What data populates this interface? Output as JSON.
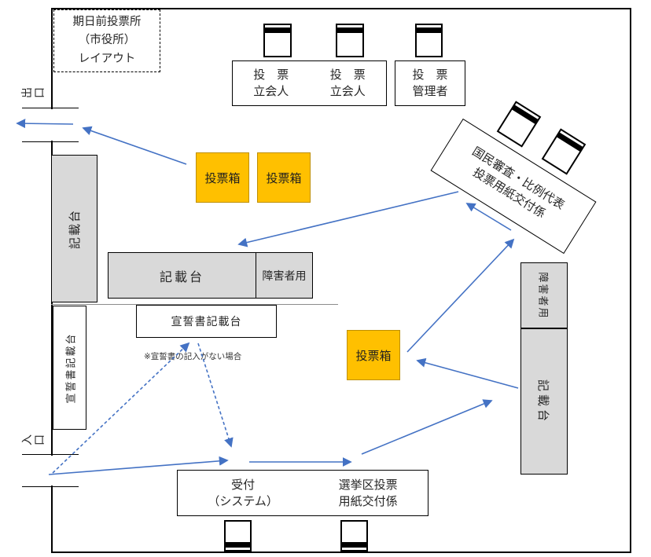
{
  "title_lines": [
    "期日前投票所",
    "（市役所）",
    "レイアウト"
  ],
  "exit_label_chars": [
    "出",
    "口"
  ],
  "entrance_label_chars": [
    "入",
    "口"
  ],
  "witness_table": {
    "seat1_line1": "投　票",
    "seat1_line2": "立会人",
    "seat2_line1": "投　票",
    "seat2_line2": "立会人"
  },
  "manager_table": {
    "line1": "投　票",
    "line2": "管理者"
  },
  "national_review_desk": {
    "line1": "国民審査・比例代表",
    "line2": "投票用紙交付係"
  },
  "ballot_boxes": [
    "投票箱",
    "投票箱",
    "投票箱"
  ],
  "writing_desk_left": "記載台",
  "oath_desk_left": "宣誓書記載台",
  "oath_desk_center": "宣誓書記載台",
  "note": "※宣誓書の記入がない場合",
  "writing_desk_center": "記載台",
  "disabled_center": "障害者用",
  "disabled_right": "障害者用",
  "writing_desk_right": "記載台",
  "reception": {
    "line1": "受付",
    "line2": "（システム）"
  },
  "district_ballot_desk": {
    "line1": "選挙区投票",
    "line2": "用紙交付係"
  },
  "colors": {
    "arrow_blue": "#4472C4",
    "ballot_orange": "#FFC000",
    "ballot_border": "#BF8F00",
    "desk_gray": "#D9D9D9"
  }
}
